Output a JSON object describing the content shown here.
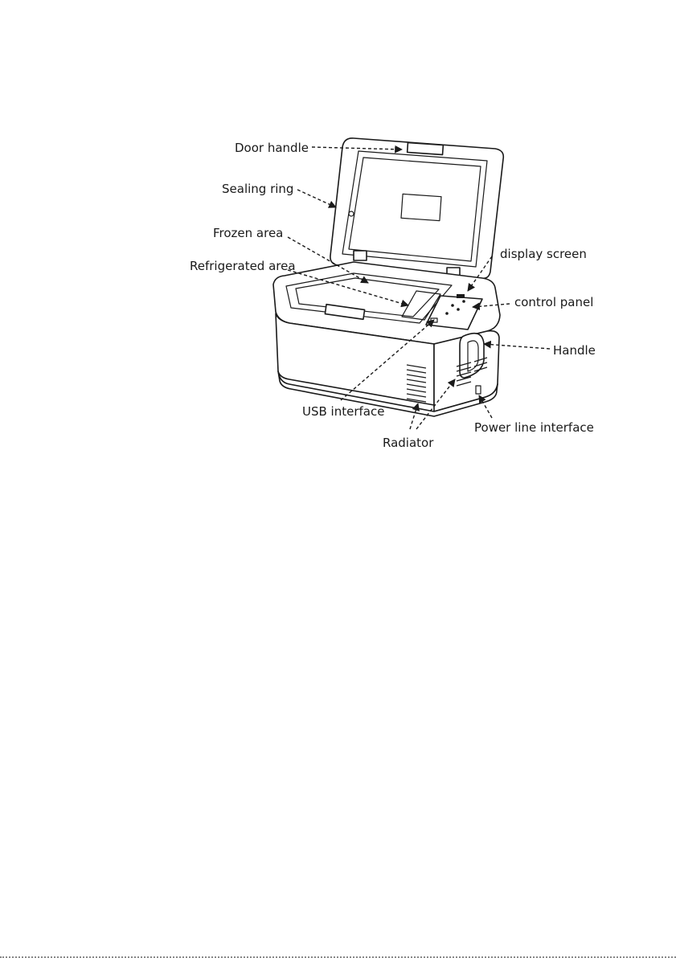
{
  "diagram": {
    "labels": {
      "door_handle": "Door handle",
      "sealing_ring": "Sealing ring",
      "frozen_area": "Frozen area",
      "refrigerated_area": "Refrigerated area",
      "display_screen": "display screen",
      "control_panel": "control panel",
      "handle": "Handle",
      "usb_interface": "USB interface",
      "power_line_interface": "Power line interface",
      "radiator": "Radiator"
    }
  }
}
